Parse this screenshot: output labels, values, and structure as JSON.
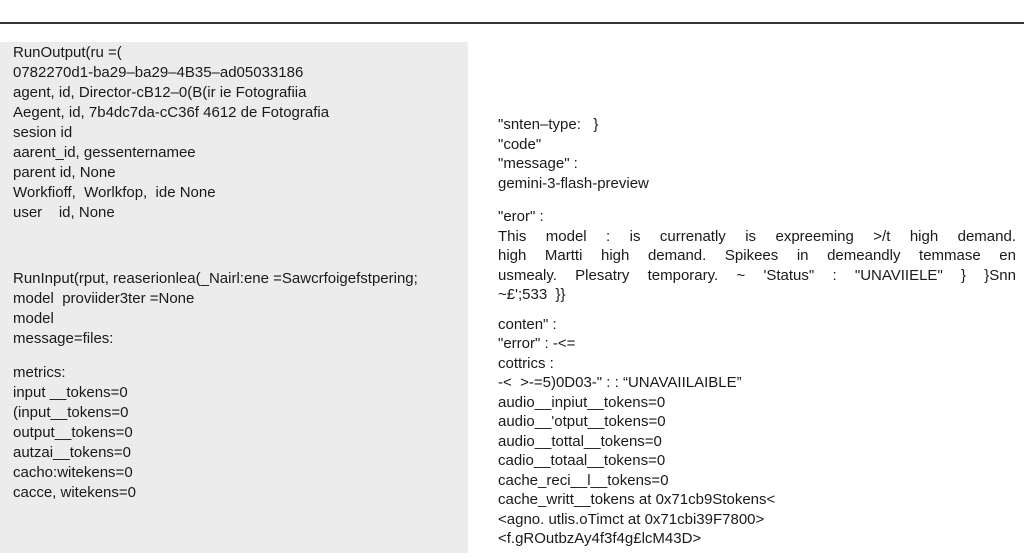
{
  "left": {
    "run_output": [
      "RunOutput(ru =(",
      "0782270d1-ba29–ba29–4B35–ad05033186",
      "agent, id, Director-cB12–0(B(ir ie Fotografiia",
      "Aegent, id, 7b4dc7da-cC36f 4612 de Fotografia",
      "sesion id",
      "aarent_id, gessenternamee",
      "parent id, None",
      "Workfioff,  Worlkfop,  ide None",
      "user    id, None"
    ],
    "run_input": [
      "RunInput(rput, reaserionlea(_Nairl:ene =Sawcrfoigefstpering;",
      "model  proviider3ter =None",
      "model",
      "message=files:"
    ],
    "metrics": [
      "metrics:",
      "input __tokens=0",
      "(input__tokens=0",
      "output__tokens=0",
      "autzai__tokens=0",
      "cacho:witekens=0",
      "cacce, witekens=0"
    ]
  },
  "right": {
    "header": [
      "\"snten–type:   }",
      "\"code\"",
      "\"message\" :",
      "gemini-3-flash-preview"
    ],
    "error_label": "\"eror\" :",
    "error_lines": [
      "This  model  :  is  currenatly  is  expreeming  >/t  high  demand.",
      "high  Martti  high  demand.  Spikees  in  demeandly  temmase  en",
      "usmealy.  Plesatry  temporary.  ~  'Status\" :  \"UNAVIIELE\"  }  }Snn"
    ],
    "error_tail": "~£';533  }}",
    "details": [
      "conten\" :",
      "\"error\" : -<=",
      "cottrics :",
      "-<  >-=5)0D03-\" : : “UNAVAIILAIBLE”",
      "audio__inpiut__tokens=0",
      "audio__'otput__tokens=0",
      "audio__tottal__tokens=0",
      "cadio__totaal__tokens=0",
      "cache_reci__l__tokens=0",
      "cache_writt__tokens at 0x71cb9Stokens<",
      "<agno. utlis.oTimct at 0x71cbi39F7800>",
      "<f.gROutbzAy4f3f4g£lcM43D>"
    ]
  }
}
